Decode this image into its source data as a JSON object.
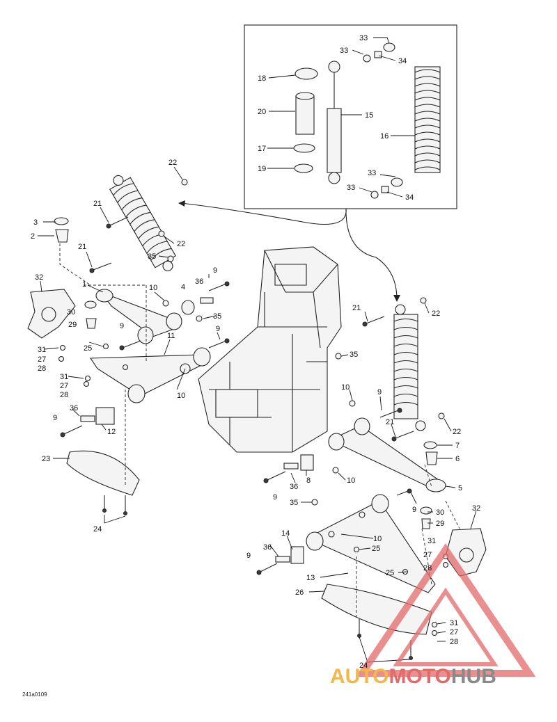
{
  "diagram": {
    "figure_code": "241a0109",
    "part_labels": [
      {
        "id": "33a",
        "text": "33"
      },
      {
        "id": "33b",
        "text": "33"
      },
      {
        "id": "34a",
        "text": "34"
      },
      {
        "id": "18",
        "text": "18"
      },
      {
        "id": "20",
        "text": "20"
      },
      {
        "id": "15",
        "text": "15"
      },
      {
        "id": "16",
        "text": "16"
      },
      {
        "id": "17",
        "text": "17"
      },
      {
        "id": "19",
        "text": "19"
      },
      {
        "id": "33c",
        "text": "33"
      },
      {
        "id": "33d",
        "text": "33"
      },
      {
        "id": "34b",
        "text": "34"
      },
      {
        "id": "22a",
        "text": "22"
      },
      {
        "id": "21a",
        "text": "21"
      },
      {
        "id": "3",
        "text": "3"
      },
      {
        "id": "2",
        "text": "2"
      },
      {
        "id": "22b",
        "text": "22"
      },
      {
        "id": "21b",
        "text": "21"
      },
      {
        "id": "35a",
        "text": "35"
      },
      {
        "id": "32a",
        "text": "32"
      },
      {
        "id": "1",
        "text": "1"
      },
      {
        "id": "10a",
        "text": "10"
      },
      {
        "id": "4",
        "text": "4"
      },
      {
        "id": "36a",
        "text": "36"
      },
      {
        "id": "9a",
        "text": "9"
      },
      {
        "id": "30a",
        "text": "30"
      },
      {
        "id": "35b",
        "text": "35"
      },
      {
        "id": "29a",
        "text": "29"
      },
      {
        "id": "9b",
        "text": "9"
      },
      {
        "id": "9c",
        "text": "9"
      },
      {
        "id": "11",
        "text": "11"
      },
      {
        "id": "25a",
        "text": "25"
      },
      {
        "id": "31a",
        "text": "31"
      },
      {
        "id": "27a",
        "text": "27"
      },
      {
        "id": "28a",
        "text": "28"
      },
      {
        "id": "31b",
        "text": "31"
      },
      {
        "id": "27b",
        "text": "27"
      },
      {
        "id": "28b",
        "text": "28"
      },
      {
        "id": "10b",
        "text": "10"
      },
      {
        "id": "36b",
        "text": "36"
      },
      {
        "id": "9d",
        "text": "9"
      },
      {
        "id": "12",
        "text": "12"
      },
      {
        "id": "23",
        "text": "23"
      },
      {
        "id": "24a",
        "text": "24"
      },
      {
        "id": "21c",
        "text": "21"
      },
      {
        "id": "22c",
        "text": "22"
      },
      {
        "id": "35c",
        "text": "35"
      },
      {
        "id": "10c",
        "text": "10"
      },
      {
        "id": "9e",
        "text": "9"
      },
      {
        "id": "21d",
        "text": "21"
      },
      {
        "id": "22d",
        "text": "22"
      },
      {
        "id": "7",
        "text": "7"
      },
      {
        "id": "6",
        "text": "6"
      },
      {
        "id": "36c",
        "text": "36"
      },
      {
        "id": "8",
        "text": "8"
      },
      {
        "id": "10d",
        "text": "10"
      },
      {
        "id": "9f",
        "text": "9"
      },
      {
        "id": "5",
        "text": "5"
      },
      {
        "id": "35d",
        "text": "35"
      },
      {
        "id": "9g",
        "text": "9"
      },
      {
        "id": "30b",
        "text": "30"
      },
      {
        "id": "32b",
        "text": "32"
      },
      {
        "id": "29b",
        "text": "29"
      },
      {
        "id": "14",
        "text": "14"
      },
      {
        "id": "10e",
        "text": "10"
      },
      {
        "id": "36d",
        "text": "36"
      },
      {
        "id": "25b",
        "text": "25"
      },
      {
        "id": "31c",
        "text": "31"
      },
      {
        "id": "27c",
        "text": "27"
      },
      {
        "id": "28c",
        "text": "28"
      },
      {
        "id": "9h",
        "text": "9"
      },
      {
        "id": "25c",
        "text": "25"
      },
      {
        "id": "13",
        "text": "13"
      },
      {
        "id": "26",
        "text": "26"
      },
      {
        "id": "31d",
        "text": "31"
      },
      {
        "id": "27d",
        "text": "27"
      },
      {
        "id": "28d",
        "text": "28"
      },
      {
        "id": "24b",
        "text": "24"
      }
    ]
  },
  "watermark": {
    "part1": "AUTO",
    "part2": "MOTO",
    "part3": "HUB"
  },
  "colors": {
    "line": "#222222",
    "watermark_yellow": "#f2b84b",
    "watermark_red": "#e36a6a",
    "watermark_gray": "#8a8a8a"
  }
}
